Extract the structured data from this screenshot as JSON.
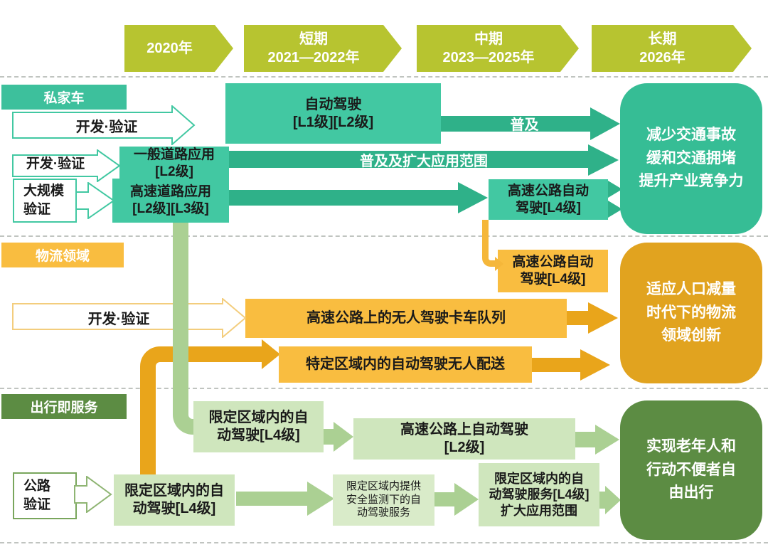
{
  "colors": {
    "lime": "#b7c430",
    "teal_box": "#42c8a2",
    "teal_arrow": "#2fb189",
    "teal_goal": "#36bd95",
    "teal_label": "#3dc09c",
    "yellow_box": "#f9bd40",
    "orange_arrow": "#e9a51b",
    "amber_goal": "#e1a31f",
    "light_green_box": "#cfe6bd",
    "sage_arrow": "#abd093",
    "dark_green": "#5c8c43"
  },
  "timeline": {
    "phases": [
      {
        "line1": "2020年",
        "line2": ""
      },
      {
        "line1": "短期",
        "line2": "2021—2022年"
      },
      {
        "line1": "中期",
        "line2": "2023—2025年"
      },
      {
        "line1": "长期",
        "line2": "2026年"
      }
    ]
  },
  "lanes": {
    "private_car": {
      "label": "私家车",
      "dev_validate_1": "开发·验证",
      "dev_validate_2": "开发·验证",
      "large_scale_l1": "大规模",
      "large_scale_l2": "验证",
      "auto_box_l1": "自动驾驶",
      "auto_box_l2": "[L1级][L2级]",
      "spread_arrow": "普及",
      "general_box_l1": "一般道路应用",
      "general_box_l2": "[L2级]",
      "expand_arrow": "普及及扩大应用范围",
      "highway_box_l1": "高速道路应用",
      "highway_box_l2": "[L2级][L3级]",
      "hwy_auto_l1": "高速公路自动",
      "hwy_auto_l2": "驾驶[L4级]",
      "goal_l1": "减少交通事故",
      "goal_l2": "缓和交通拥堵",
      "goal_l3": "提升产业竞争力"
    },
    "logistics": {
      "label": "物流领域",
      "hwy_auto_l1": "高速公路自动",
      "hwy_auto_l2": "驾驶[L4级]",
      "dev_validate": "开发·验证",
      "truck_box": "高速公路上的无人驾驶卡车队列",
      "delivery_box": "特定区域内的自动驾驶无人配送",
      "goal_l1": "适应人口减量",
      "goal_l2": "时代下的物流",
      "goal_l3": "领域创新"
    },
    "maas": {
      "label": "出行即服务",
      "limited_upper_l1": "限定区域内的自",
      "limited_upper_l2": "动驾驶[L4级]",
      "hwy_l2_box_l1": "高速公路上自动驾驶",
      "hwy_l2_box_l2": "[L2级]",
      "road_validate_l1": "公路",
      "road_validate_l2": "验证",
      "limited_lower_l1": "限定区域内的自",
      "limited_lower_l2": "动驾驶[L4级]",
      "monitored_l1": "限定区域内提供",
      "monitored_l2": "安全监测下的自",
      "monitored_l3": "动驾驶服务",
      "expand_box_l1": "限定区域内的自",
      "expand_box_l2": "动驾驶服务[L4级]",
      "expand_box_l3": "扩大应用范围",
      "goal_l1": "实现老年人和",
      "goal_l2": "行动不便者自",
      "goal_l3": "由出行"
    }
  }
}
